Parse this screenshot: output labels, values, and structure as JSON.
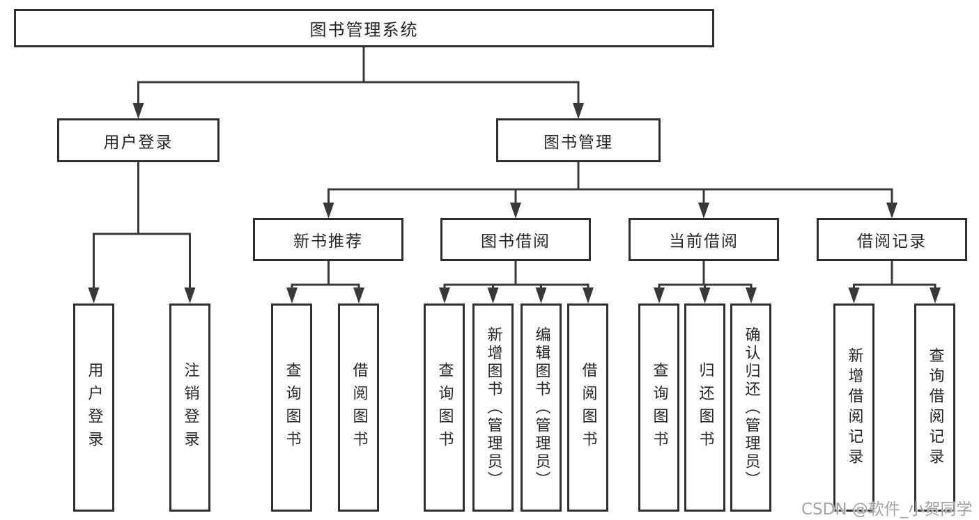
{
  "diagram": {
    "type": "hierarchy-diagram",
    "colors": {
      "background": "#ffffff",
      "line": "#383838",
      "box_border": "#2f2f2f",
      "box_fill": "#ffffff",
      "text": "#262626",
      "watermark": "#a3a3a3"
    },
    "tree": {
      "label": "图书管理系统",
      "children": [
        {
          "label": "用户登录",
          "children": [
            {
              "label": "用户登录"
            },
            {
              "label": "注销登录"
            }
          ]
        },
        {
          "label": "图书管理",
          "children": [
            {
              "label": "新书推荐",
              "children": [
                {
                  "label": "查询图书"
                },
                {
                  "label": "借阅图书"
                }
              ]
            },
            {
              "label": "图书借阅",
              "children": [
                {
                  "label": "查询图书"
                },
                {
                  "label": "新增图书（管理员）"
                },
                {
                  "label": "编辑图书（管理员）"
                },
                {
                  "label": "借阅图书"
                }
              ]
            },
            {
              "label": "当前借阅",
              "children": [
                {
                  "label": "查询图书"
                },
                {
                  "label": "归还图书"
                },
                {
                  "label": "确认归还（管理员）"
                }
              ]
            },
            {
              "label": "借阅记录",
              "children": [
                {
                  "label": "新增借阅记录"
                },
                {
                  "label": "查询借阅记录"
                }
              ]
            }
          ]
        }
      ]
    },
    "watermark": {
      "text": "CSDN @软件_小贺同学"
    }
  }
}
